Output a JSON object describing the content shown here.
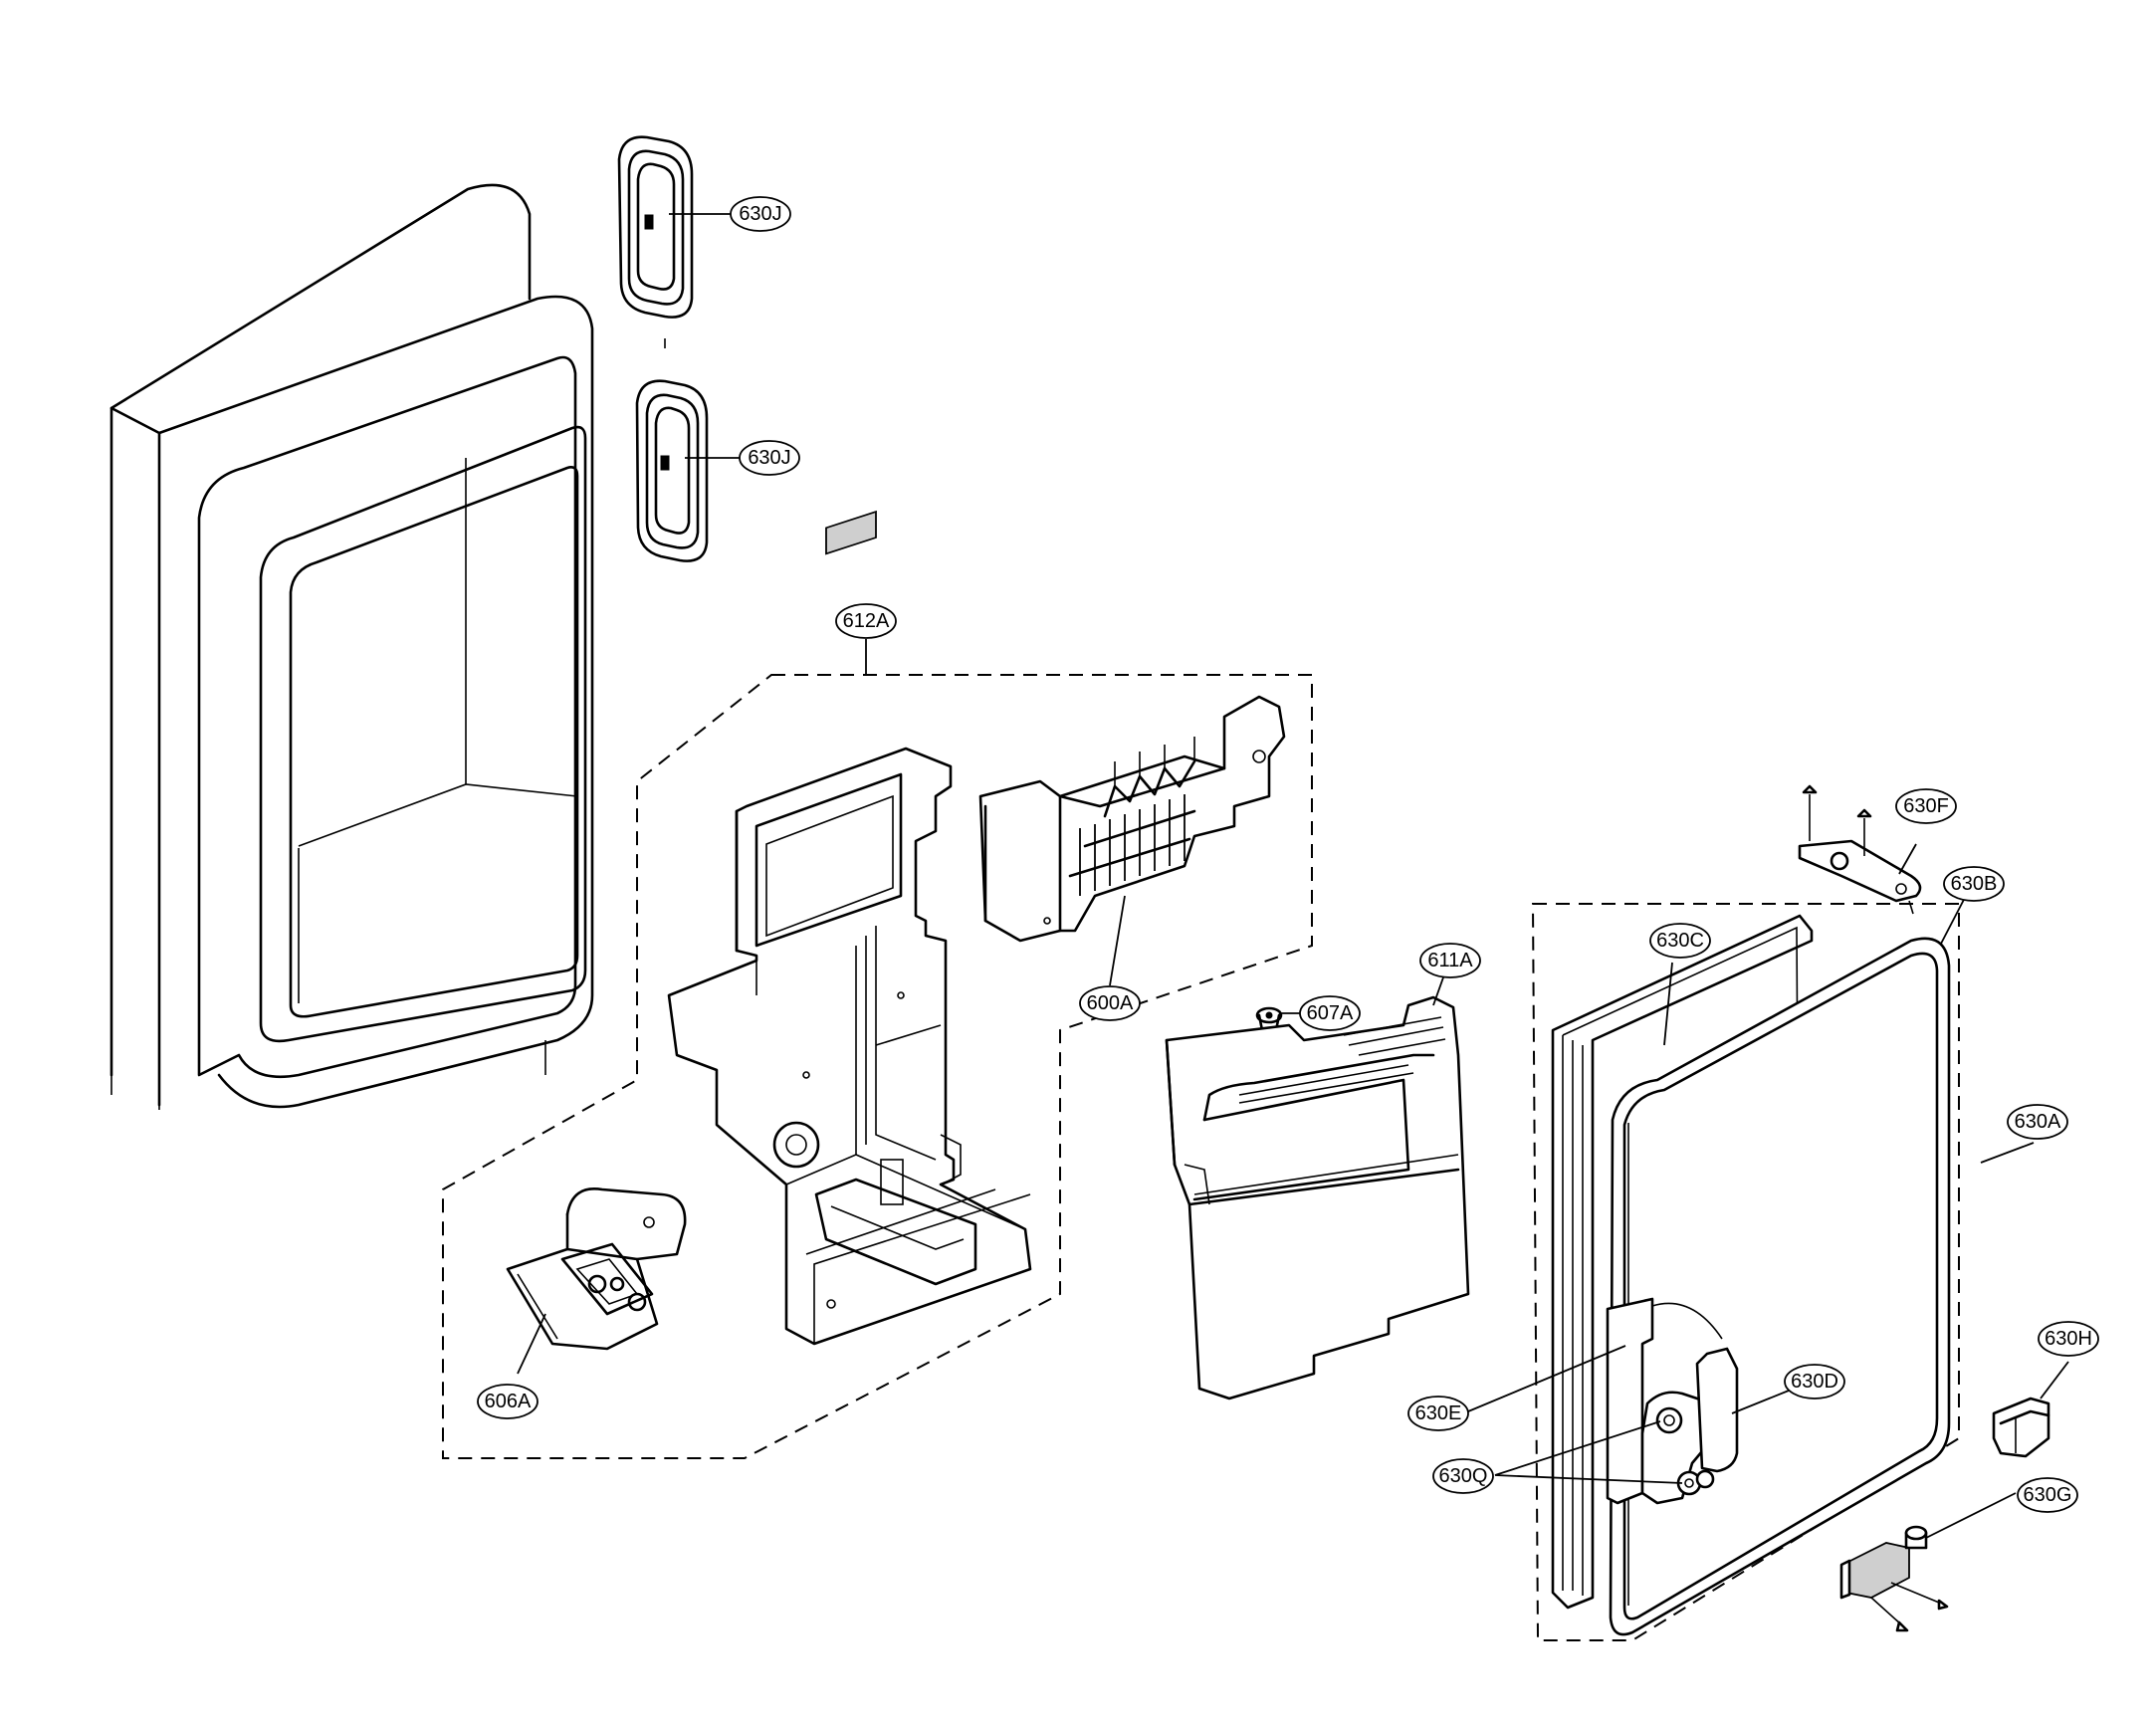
{
  "callouts": {
    "c630j_top": "630J",
    "c630j_bottom": "630J",
    "c612a": "612A",
    "c600a": "600A",
    "c607a": "607A",
    "c611a": "611A",
    "c606a": "606A",
    "c630f": "630F",
    "c630b": "630B",
    "c630c": "630C",
    "c630a": "630A",
    "c630h": "630H",
    "c630e": "630E",
    "c630d": "630D",
    "c630q": "630Q",
    "c630g": "630G"
  }
}
